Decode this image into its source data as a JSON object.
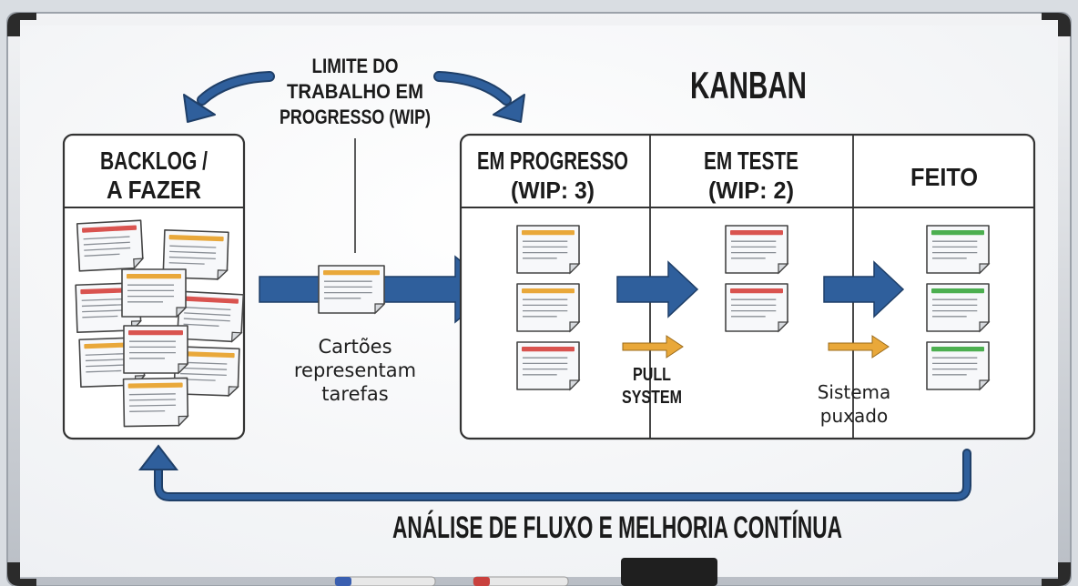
{
  "title": "KANBAN",
  "wip_note": [
    "LIMITE DO",
    "TRABALHO EM",
    "PROGRESSO (WIP)"
  ],
  "backlog": {
    "label_lines": [
      "BACKLOG /",
      "A FAZER"
    ]
  },
  "card_note": [
    "Cartões",
    "representam",
    "tarefas"
  ],
  "columns": [
    {
      "label_lines": [
        "EM PROGRESSO",
        "(WIP: 3)"
      ],
      "cards": [
        "orange",
        "orange",
        "red"
      ]
    },
    {
      "label_lines": [
        "EM TESTE",
        "(WIP: 2)"
      ],
      "cards": [
        "red",
        "red"
      ]
    },
    {
      "label_lines": [
        "FEITO"
      ],
      "cards": [
        "green",
        "green",
        "green"
      ]
    }
  ],
  "pull_system_label": [
    "PULL",
    "SYSTEM"
  ],
  "pull_system_pt": [
    "Sistema",
    "puxado"
  ],
  "feedback_label": "ANÁLISE DE FLUXO E MELHORIA CONTÍNUA",
  "colors": {
    "arrow_blue": "#2f5f9c",
    "pull_orange": "#e9a83a",
    "card_red": "#d9534f",
    "card_orange": "#e9a83a",
    "card_green": "#4caf50",
    "outline": "#333333"
  }
}
